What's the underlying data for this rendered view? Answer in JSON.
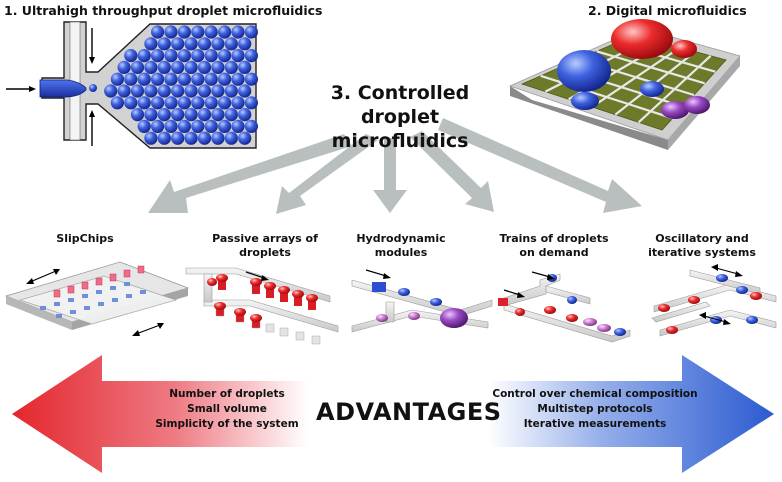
{
  "headers": {
    "ultrahigh": "1. Ultrahigh throughput droplet microfluidics",
    "digital": "2. Digital microfluidics",
    "controlled_line1": "3. Controlled",
    "controlled_line2": "droplet microfluidics"
  },
  "systems": [
    {
      "line1": "SlipChips",
      "line2": ""
    },
    {
      "line1": "Passive arrays of",
      "line2": "droplets"
    },
    {
      "line1": "Hydrodynamic",
      "line2": "modules"
    },
    {
      "line1": "Trains of droplets",
      "line2": "on demand"
    },
    {
      "line1": "Oscillatory and",
      "line2": "iterative systems"
    }
  ],
  "advantages": {
    "title": "ADVANTAGES",
    "left": [
      "Number of droplets",
      "Small volume",
      "Simplicity of the system"
    ],
    "right": [
      "Control over chemical composition",
      "Multistep protocols",
      "Iterative measurements"
    ]
  },
  "colors": {
    "droplet_blue": "#2c4fd0",
    "droplet_red": "#e0202a",
    "droplet_purple": "#8a3aa8",
    "arrow_gray": "#b9bfbf",
    "advantage_red": "#e4262c",
    "advantage_blue": "#2b5bd1",
    "grid_green": "#6d7a2a"
  }
}
